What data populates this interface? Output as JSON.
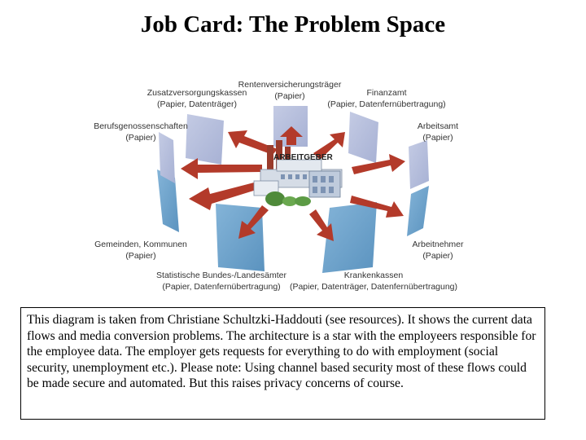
{
  "title": "Job Card: The Problem Space",
  "hub": {
    "label": "ARBEITGEBER"
  },
  "nodes": [
    {
      "id": "rentenversicherung",
      "name": "Rentenversicherungsträger",
      "media": "(Papier)"
    },
    {
      "id": "finanzamt",
      "name": "Finanzamt",
      "media": "(Papier, Datenfernübertragung)"
    },
    {
      "id": "arbeitsamt",
      "name": "Arbeitsamt",
      "media": "(Papier)"
    },
    {
      "id": "arbeitnehmer",
      "name": "Arbeitnehmer",
      "media": "(Papier)"
    },
    {
      "id": "krankenkassen",
      "name": "Krankenkassen",
      "media": "(Papier, Datenträger, Datenfernübertragung)"
    },
    {
      "id": "statistische",
      "name": "Statistische Bundes-/Landesämter",
      "media": "(Papier, Datenfernübertragung)"
    },
    {
      "id": "gemeinden",
      "name": "Gemeinden, Kommunen",
      "media": "(Papier)"
    },
    {
      "id": "berufsgenossenschaften",
      "name": "Berufsgenossenschaften",
      "media": "(Papier)"
    },
    {
      "id": "zusatzversorgung",
      "name": "Zusatzversorgungskassen",
      "media": "(Papier, Datenträger)"
    }
  ],
  "caption": "This diagram is taken from Christiane Schultzki-Haddouti (see resources). It shows the current data flows and media conversion problems. The architecture is a star with the employeers responsible for the employee data. The employer gets requests for everything to do with employment (social security, unemployment etc.). Please note: Using channel based security most of these flows could be made secure and automated. But this raises privacy concerns of course.",
  "colors": {
    "panel_light": "#b8c0dc",
    "panel_dark": "#6fa3c9",
    "arrow": "#b33a2a",
    "building": "#c9d3e0"
  }
}
